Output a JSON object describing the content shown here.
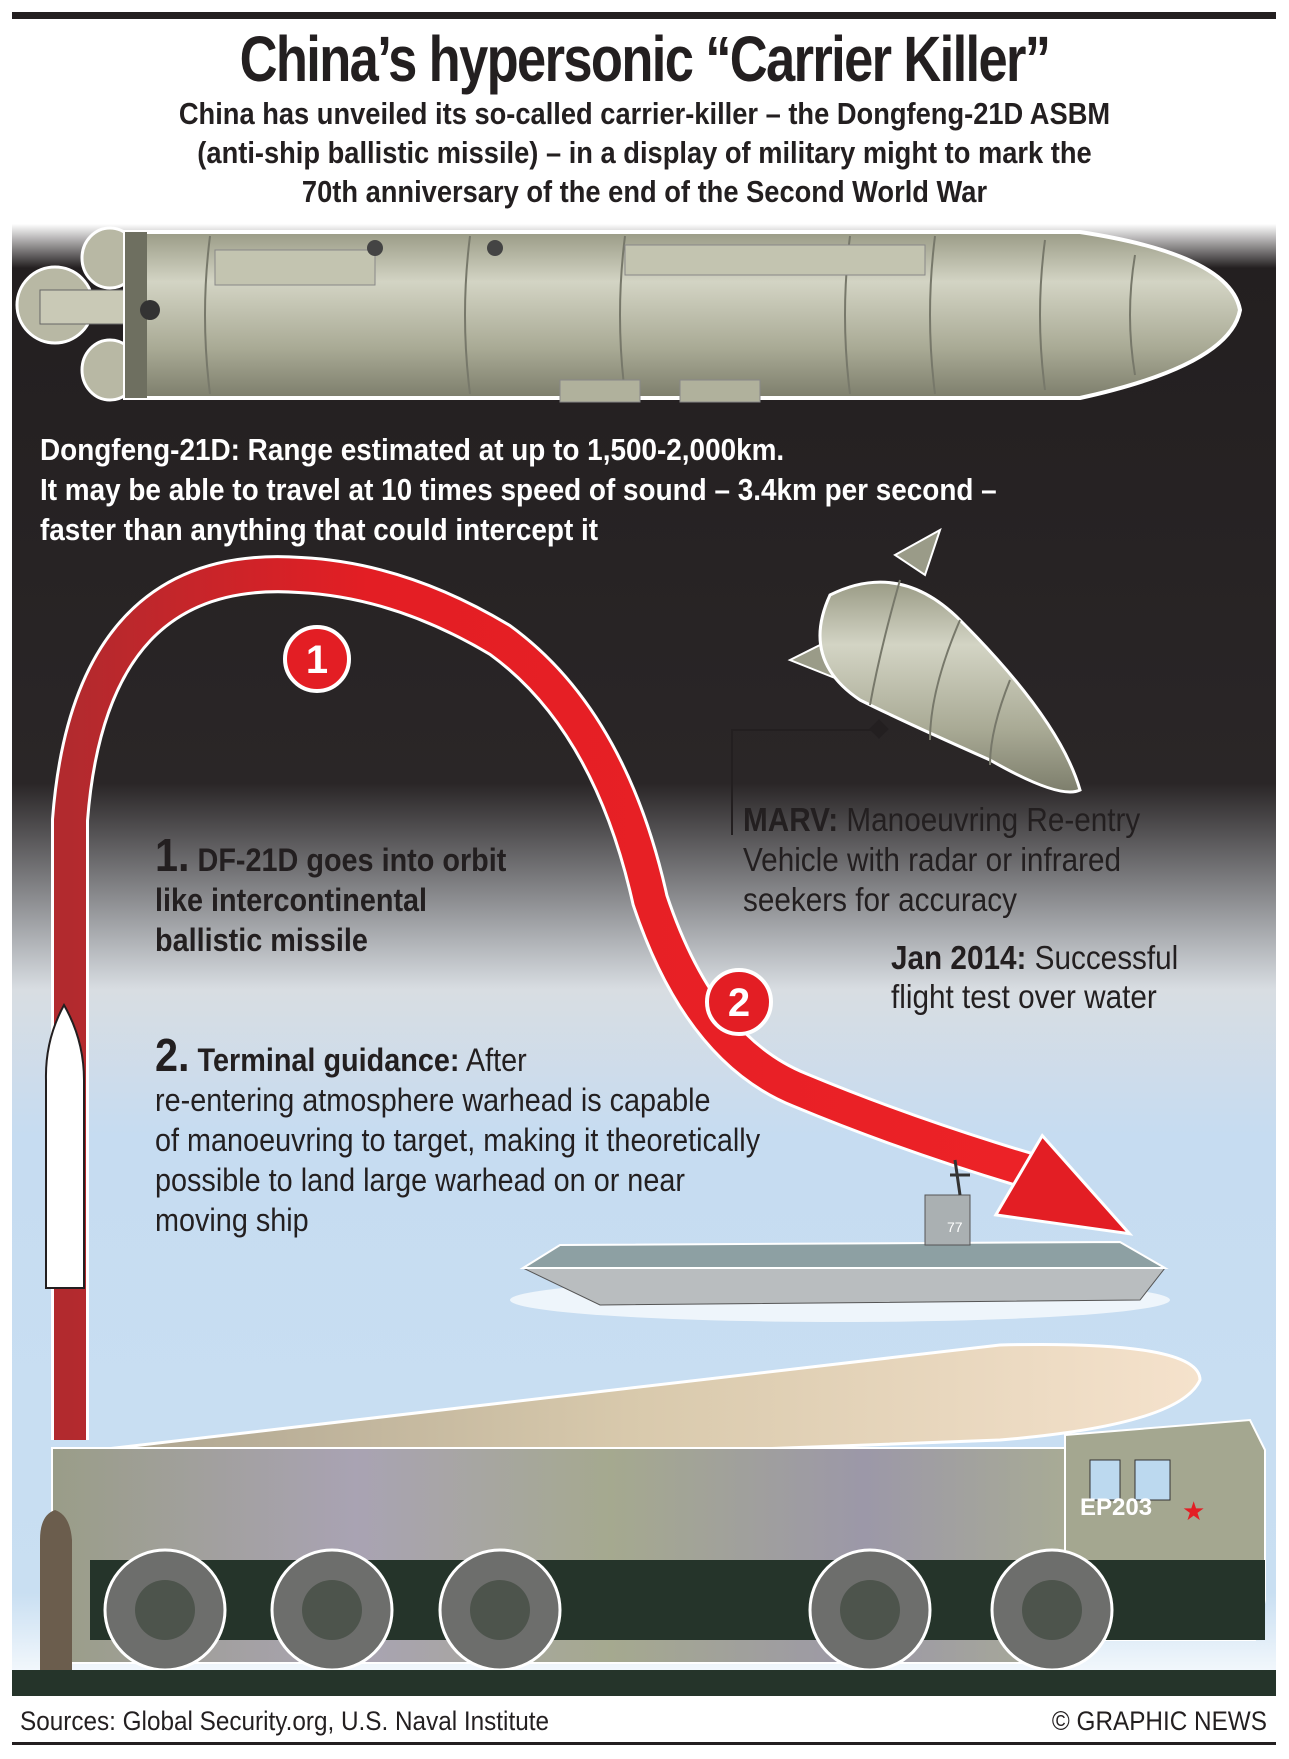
{
  "header": {
    "title": "China’s hypersonic “Carrier Killer”",
    "subtitle": [
      "China has unveiled its so-called carrier-killer – the Dongfeng-21D ASBM",
      "(anti-ship ballistic missile) – in a display of military might to mark the",
      "70th anniversary of the end of the Second World War"
    ]
  },
  "specs": [
    "Dongfeng-21D: Range estimated at up to 1,500-2,000km.",
    "It may be able to travel at 10 times speed of sound – 3.4km per second –",
    "faster than anything that could intercept it"
  ],
  "marv": {
    "label": "MARV:",
    "text_1": " Manoeuvring Re-entry",
    "text_2": "Vehicle with radar or infrared",
    "text_3": "seekers for accuracy"
  },
  "test": {
    "label": "Jan 2014:",
    "text_1": " Successful",
    "text_2": "flight test over water"
  },
  "steps": [
    {
      "badge": "1",
      "num": "1.",
      "bold_1": " DF-21D",
      "text_1": " goes into orbit",
      "line_2": "like intercontinental",
      "line_3": "ballistic missile"
    },
    {
      "badge": "2",
      "num": "2.",
      "bold_1": " Terminal guidance:",
      "text_1": " After",
      "line_2": "re-entering atmosphere warhead is capable",
      "line_3": "of manoeuvring to target, making it theoretically",
      "line_4": "possible to land large warhead on or near",
      "line_5": "moving ship"
    }
  ],
  "vehicle": {
    "plate": "EP203",
    "ship_number": "77"
  },
  "footer": {
    "sources": "Sources: Global Security.org, U.S. Naval Institute",
    "credit": "© GRAPHIC NEWS"
  },
  "colors": {
    "arrow_red": "#e31e24",
    "panel_dark": "#231f20",
    "sky": "#c9dff2",
    "missile": "#b4b5a0"
  }
}
